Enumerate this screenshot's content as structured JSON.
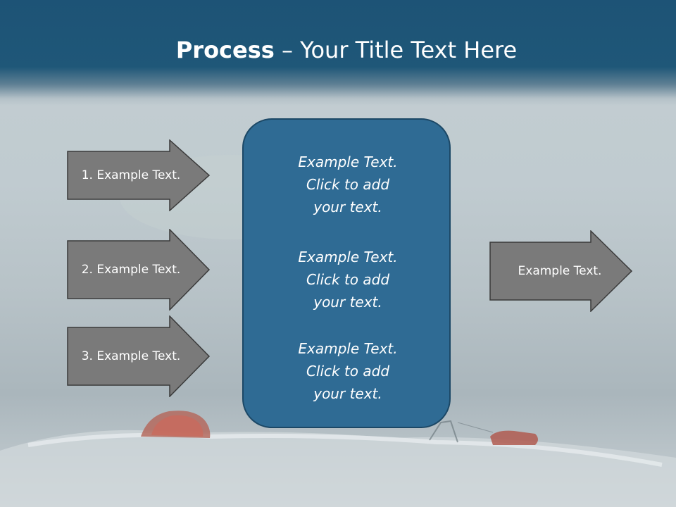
{
  "slide": {
    "title_bold": "Process",
    "title_rest": " – Your Title Text Here"
  },
  "inputs": [
    {
      "label": "1. Example Text."
    },
    {
      "label": "2. Example Text."
    },
    {
      "label": "3. Example Text."
    }
  ],
  "center": {
    "blocks": [
      "Example Text.\nClick  to add\nyour text.",
      "Example Text.\nClick  to add\nyour text.",
      "Example Text.\nClick  to add\nyour text."
    ]
  },
  "output": {
    "label": "Example Text."
  },
  "colors": {
    "header": "#1f5778",
    "arrow_fill": "#7a7a7a",
    "arrow_stroke": "#3a3a3a",
    "box_fill": "#2f6b94",
    "box_stroke": "#1c4866"
  }
}
